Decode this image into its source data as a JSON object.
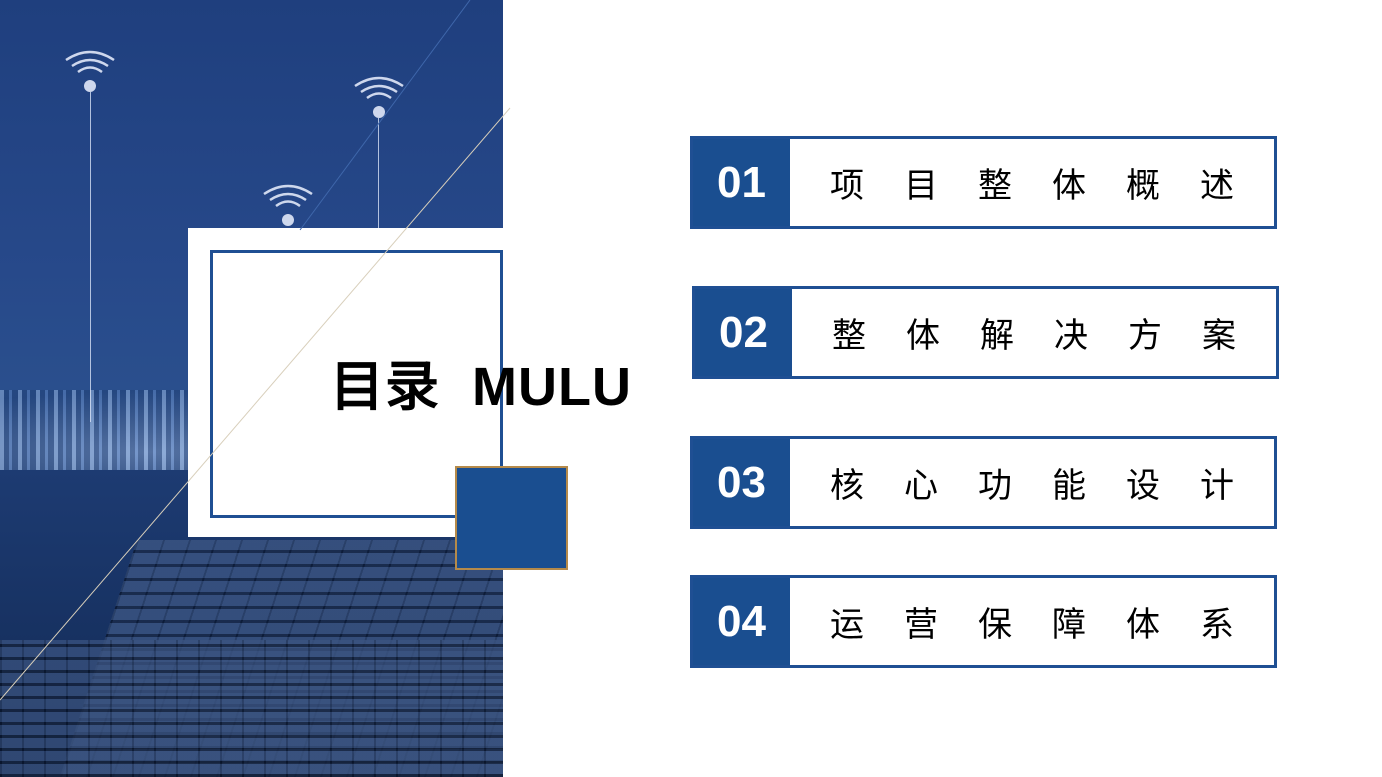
{
  "colors": {
    "accent": "#1a4e90",
    "border": "#1f4f93",
    "gold": "#b58a4a"
  },
  "title": {
    "text": "目录  MULU"
  },
  "menu": {
    "items": [
      {
        "number": "01",
        "label": "项目整体概述"
      },
      {
        "number": "02",
        "label": "整体解决方案"
      },
      {
        "number": "03",
        "label": "核心功能设计"
      },
      {
        "number": "04",
        "label": "运营保障体系"
      }
    ]
  },
  "icons": [
    "wifi-signal-icon"
  ]
}
